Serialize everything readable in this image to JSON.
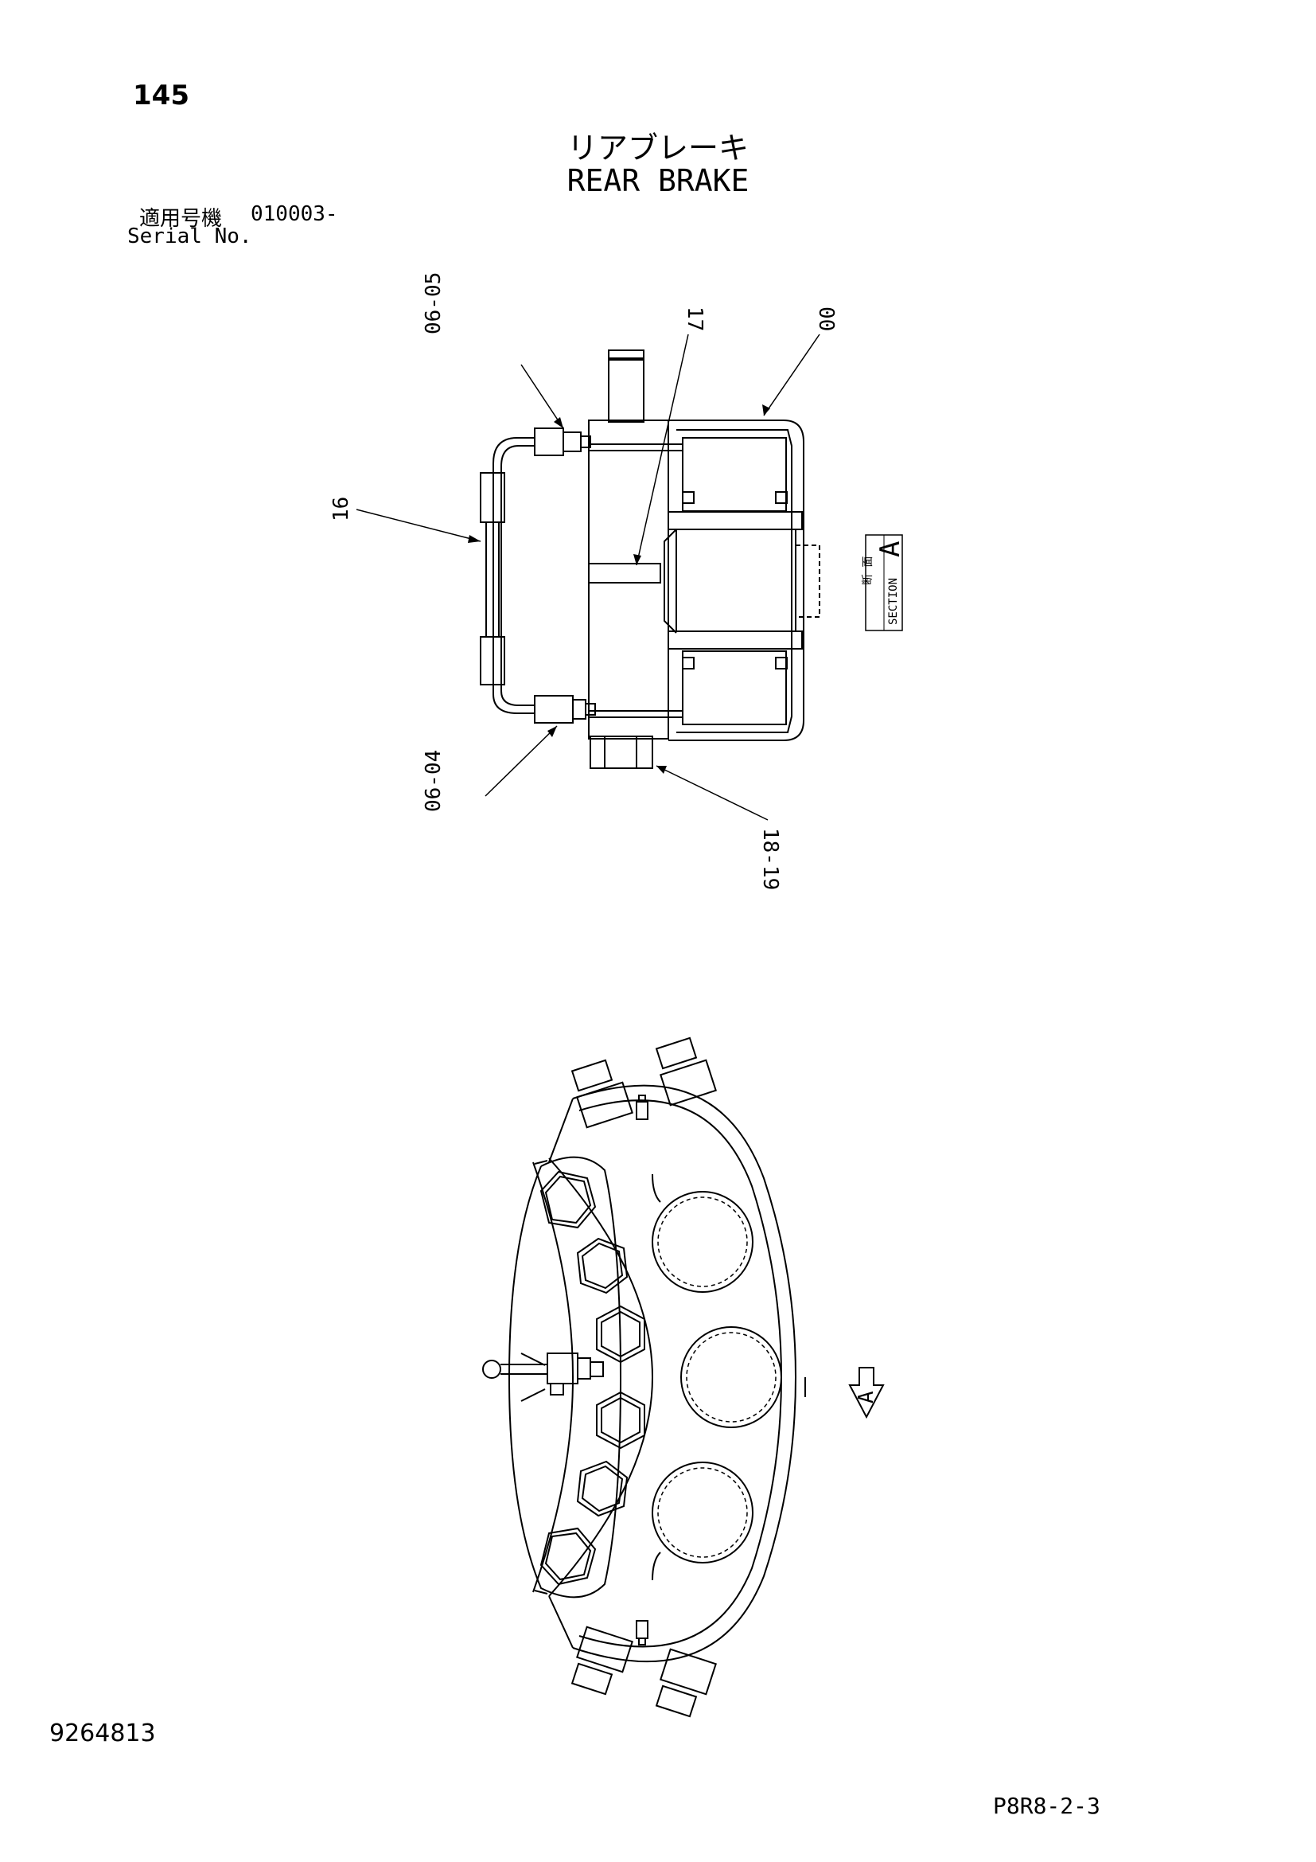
{
  "header": {
    "page_number": "145",
    "title_jp": "リアブレーキ",
    "title_en": "REAR BRAKE",
    "serial_label_jp": "適用号機",
    "serial_value": "010003-",
    "serial_label_en": "Serial No."
  },
  "callouts": {
    "c00": "00",
    "c0605": "06-05",
    "c16": "16",
    "c17": "17",
    "c0604": "06-04",
    "c1819": "18-19"
  },
  "section_tag": {
    "jp": "断 面",
    "en": "SECTION",
    "letter": "A"
  },
  "view_arrow_letter": "A",
  "footer": {
    "doc_number": "9264813",
    "ref_code": "P8R8-2-3"
  }
}
